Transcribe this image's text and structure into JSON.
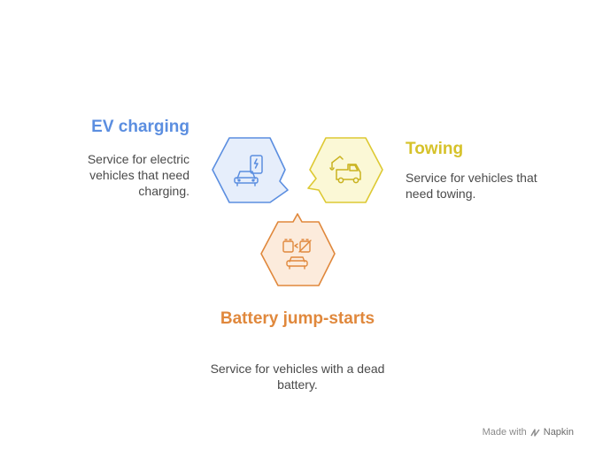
{
  "diagram": {
    "items": [
      {
        "title": "EV charging",
        "description": "Service for electric vehicles that need charging.",
        "color": "#5b8ee0",
        "fill": "#e6eefb",
        "icon": "ev-charging-car-icon"
      },
      {
        "title": "Towing",
        "description": "Service for vehicles that need towing.",
        "color": "#ddc933",
        "fill": "#fbf8d6",
        "icon": "tow-truck-icon"
      },
      {
        "title": "Battery jump-starts",
        "description": "Service for vehicles with a dead battery.",
        "color": "#e0883c",
        "fill": "#fcebdc",
        "icon": "battery-jump-car-icon"
      }
    ]
  },
  "watermark": {
    "made_with": "Made with",
    "brand": "Napkin",
    "icon": "napkin-logo-icon"
  }
}
